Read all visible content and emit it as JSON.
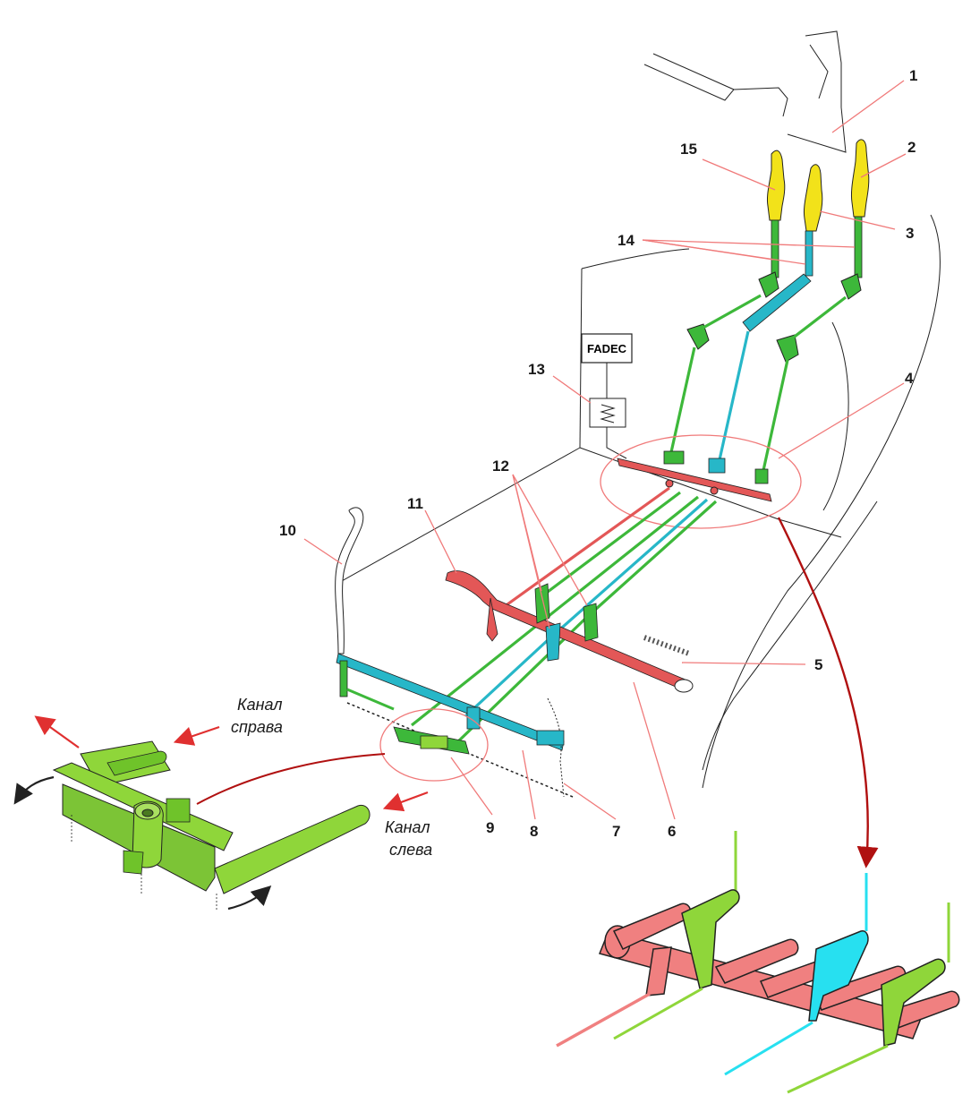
{
  "labels": {
    "n1": "1",
    "n2": "2",
    "n3": "3",
    "n4": "4",
    "n5": "5",
    "n6": "6",
    "n7": "7",
    "n8": "8",
    "n9": "9",
    "n10": "10",
    "n11": "11",
    "n12": "12",
    "n13": "13",
    "n14": "14",
    "n15": "15"
  },
  "fadec": "FADEC",
  "captions": {
    "right_line1": "Канал",
    "right_line2": "справа",
    "left_line1": "Канал",
    "left_line2": "слева"
  },
  "colors": {
    "green": "#3db83a",
    "lime": "#8fd63a",
    "cyan": "#27b7c8",
    "red": "#e35757",
    "salmon": "#f08080",
    "yellow": "#f2e21a",
    "leader": "#f07a7a",
    "arrow": "#e03030"
  }
}
